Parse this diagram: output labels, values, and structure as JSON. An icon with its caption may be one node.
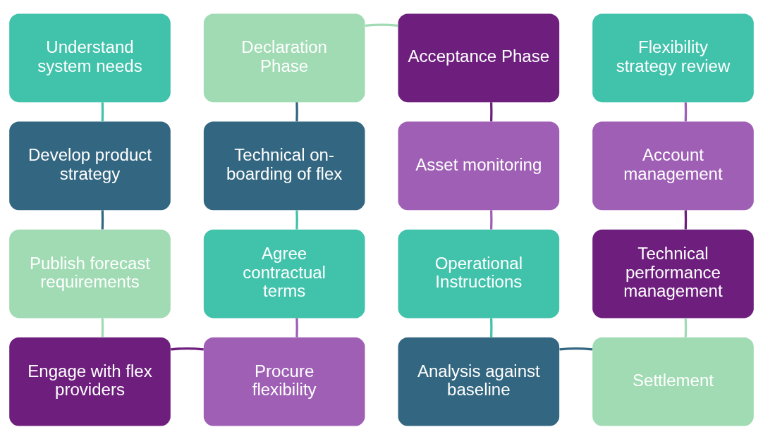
{
  "diagram": {
    "nodes": [
      {
        "text": [
          "Understand system needs"
        ]
      },
      {
        "text": [
          "Declaration Phase"
        ]
      },
      {
        "text": [
          "Acceptance Phase"
        ]
      },
      {
        "text": [
          "Flexibility strategy review"
        ]
      },
      {
        "text": [
          "Develop product strategy"
        ]
      },
      {
        "text": [
          "Technical on-boarding of flex"
        ]
      },
      {
        "text": [
          "Asset monitoring"
        ]
      },
      {
        "text": [
          "Account management"
        ]
      },
      {
        "text": [
          "Publish forecast requirements"
        ]
      },
      {
        "text": [
          "Agree contractual terms"
        ]
      },
      {
        "text": [
          "Operational Instructions"
        ]
      },
      {
        "text": [
          "Technical performance management"
        ]
      },
      {
        "text": [
          "Engage with flex providers"
        ]
      },
      {
        "text": [
          "Procure flexibility"
        ]
      },
      {
        "text": [
          "Analysis against baseline"
        ]
      },
      {
        "text": [
          "Settlement"
        ]
      }
    ],
    "edges": [
      {
        "from": 0,
        "to": 4,
        "arrow": "none",
        "color": "#41c2ab"
      },
      {
        "from": 4,
        "to": 8,
        "arrow": "none",
        "color": "#336680"
      },
      {
        "from": 8,
        "to": 12,
        "arrow": "none",
        "color": "#a0dbb4"
      },
      {
        "from": 12,
        "to": 13,
        "arrow": "none",
        "color": "#6e1f7e"
      },
      {
        "from": 13,
        "to": 9,
        "arrow": "none",
        "color": "#9e5fb5"
      },
      {
        "from": 9,
        "to": 5,
        "arrow": "none",
        "color": "#41c2ab"
      },
      {
        "from": 5,
        "to": 1,
        "arrow": "none",
        "color": "#336680"
      },
      {
        "from": 1,
        "to": 2,
        "arrow": "none",
        "color": "#a0dbb4"
      },
      {
        "from": 2,
        "to": 6,
        "arrow": "none",
        "color": "#6e1f7e"
      },
      {
        "from": 6,
        "to": 10,
        "arrow": "none",
        "color": "#9e5fb5"
      },
      {
        "from": 10,
        "to": 14,
        "arrow": "none",
        "color": "#41c2ab"
      },
      {
        "from": 14,
        "to": 15,
        "arrow": "none",
        "color": "#336680"
      },
      {
        "from": 15,
        "to": 11,
        "arrow": "none",
        "color": "#a0dbb4"
      },
      {
        "from": 11,
        "to": 7,
        "arrow": "none",
        "color": "#6e1f7e"
      },
      {
        "from": 7,
        "to": 3,
        "arrow": "none",
        "color": "#9e5fb5"
      }
    ]
  }
}
